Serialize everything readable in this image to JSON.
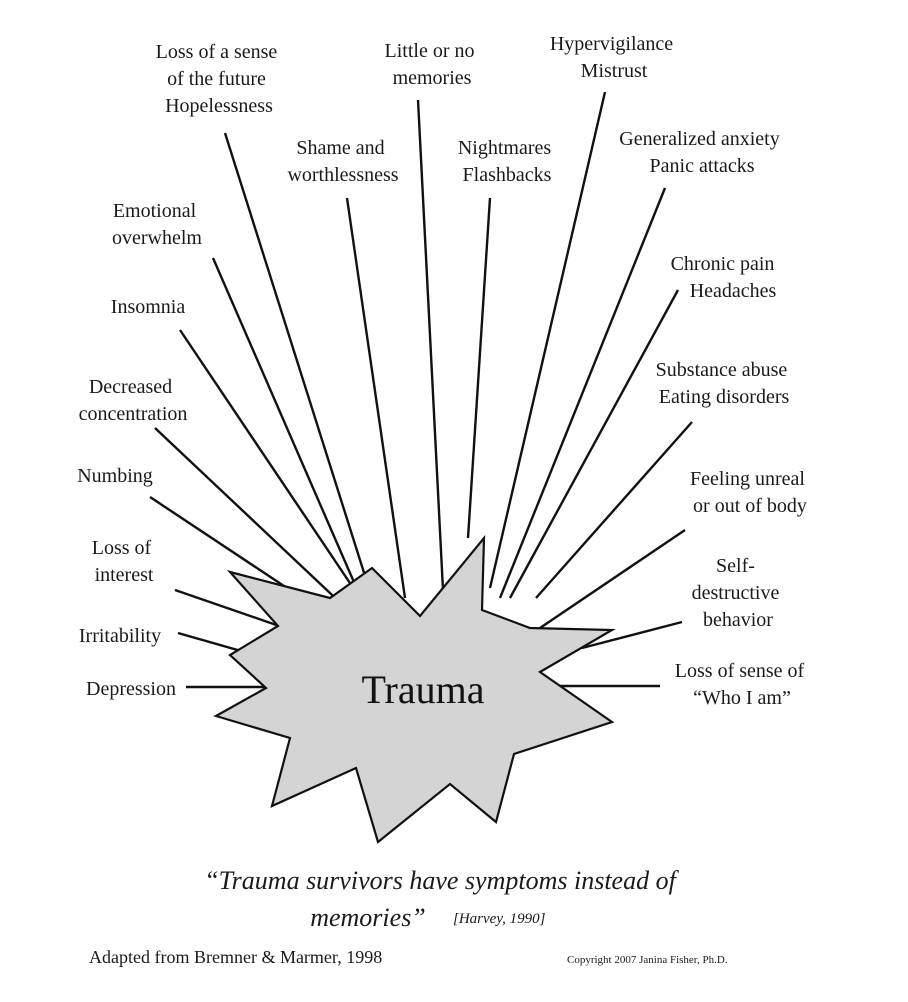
{
  "center_label": "Trauma",
  "colors": {
    "burst_fill": "#d4d4d4",
    "stroke": "#111111",
    "text": "#1a1a1a"
  },
  "symptoms": [
    {
      "id": "future",
      "lines": [
        "Loss of a sense",
        "of the future",
        "Hopelessness"
      ]
    },
    {
      "id": "memories",
      "lines": [
        "Little or no",
        "memories"
      ]
    },
    {
      "id": "hypervigilance",
      "lines": [
        "Hypervigilance",
        "Mistrust"
      ]
    },
    {
      "id": "shame",
      "lines": [
        "Shame and",
        "worthlessness"
      ]
    },
    {
      "id": "nightmares",
      "lines": [
        "Nightmares",
        "Flashbacks"
      ]
    },
    {
      "id": "anxiety",
      "lines": [
        "Generalized anxiety",
        "Panic attacks"
      ]
    },
    {
      "id": "emotional",
      "lines": [
        "Emotional",
        "overwhelm"
      ]
    },
    {
      "id": "pain",
      "lines": [
        "Chronic pain",
        "Headaches"
      ]
    },
    {
      "id": "insomnia",
      "lines": [
        "Insomnia"
      ]
    },
    {
      "id": "substance",
      "lines": [
        "Substance abuse",
        "Eating disorders"
      ]
    },
    {
      "id": "concentration",
      "lines": [
        "Decreased",
        "concentration"
      ]
    },
    {
      "id": "unreal",
      "lines": [
        "Feeling unreal",
        "or out of body"
      ]
    },
    {
      "id": "numbing",
      "lines": [
        "Numbing"
      ]
    },
    {
      "id": "interest",
      "lines": [
        "Loss of",
        "interest"
      ]
    },
    {
      "id": "selfdestructive",
      "lines": [
        "Self-",
        "destructive",
        "behavior"
      ]
    },
    {
      "id": "irritability",
      "lines": [
        "Irritability"
      ]
    },
    {
      "id": "depression",
      "lines": [
        "Depression"
      ]
    },
    {
      "id": "whoiam",
      "lines": [
        "Loss of sense of",
        "“Who I am”"
      ]
    }
  ],
  "quote": {
    "line1": "“Trauma survivors have symptoms instead of",
    "line2": "memories”",
    "citation": "[Harvey, 1990]"
  },
  "footer": {
    "adapted": "Adapted from Bremner & Marmer, 1998",
    "copyright": "Copyright 2007 Janina Fisher, Ph.D."
  }
}
